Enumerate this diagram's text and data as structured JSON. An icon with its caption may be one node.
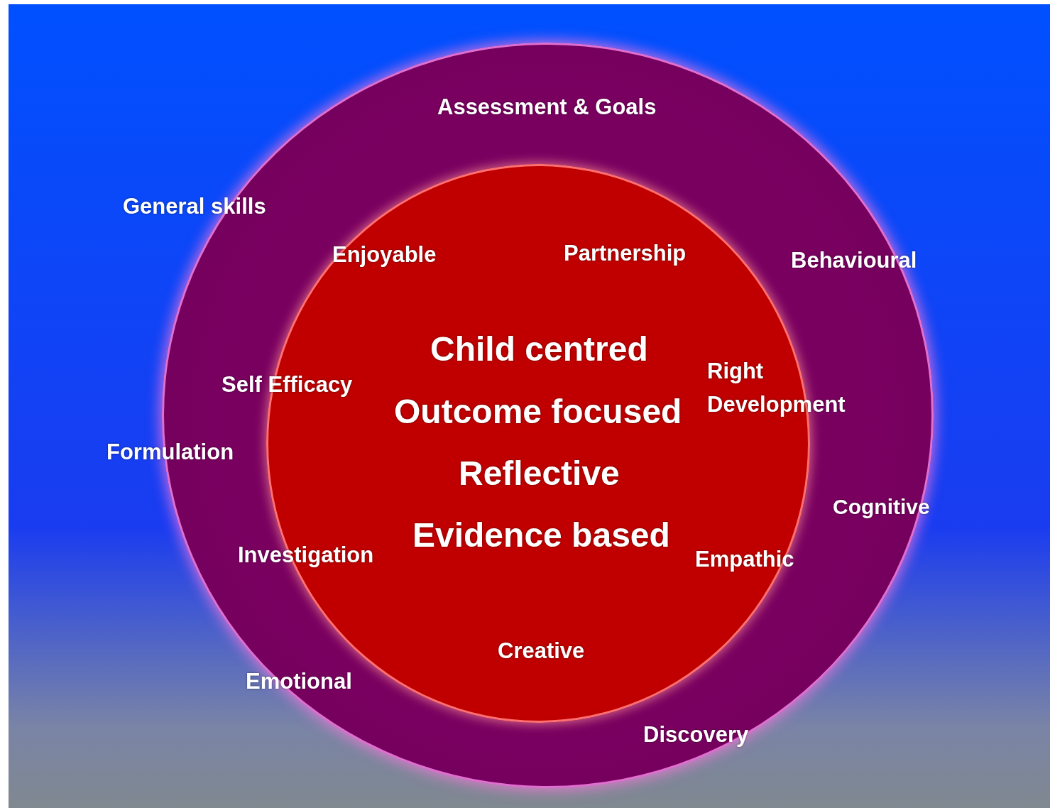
{
  "diagram": {
    "nodes": [
      {
        "text": [
          "Assessment & Goals",
          "Behavioural",
          "Cognitive",
          "Discovery"
        ]
      },
      {
        "text": [
          "Enjoyable",
          "Partnership",
          "Child centred",
          "Outcome focused",
          "Reflective",
          "Evidence based",
          "Empathic",
          "Creative"
        ],
        "in": 0
      }
    ],
    "edges": [],
    "labels": [
      "General skills",
      "Self Efficacy",
      "Right Development",
      "Formulation",
      "Investigation",
      "Emotional"
    ]
  }
}
